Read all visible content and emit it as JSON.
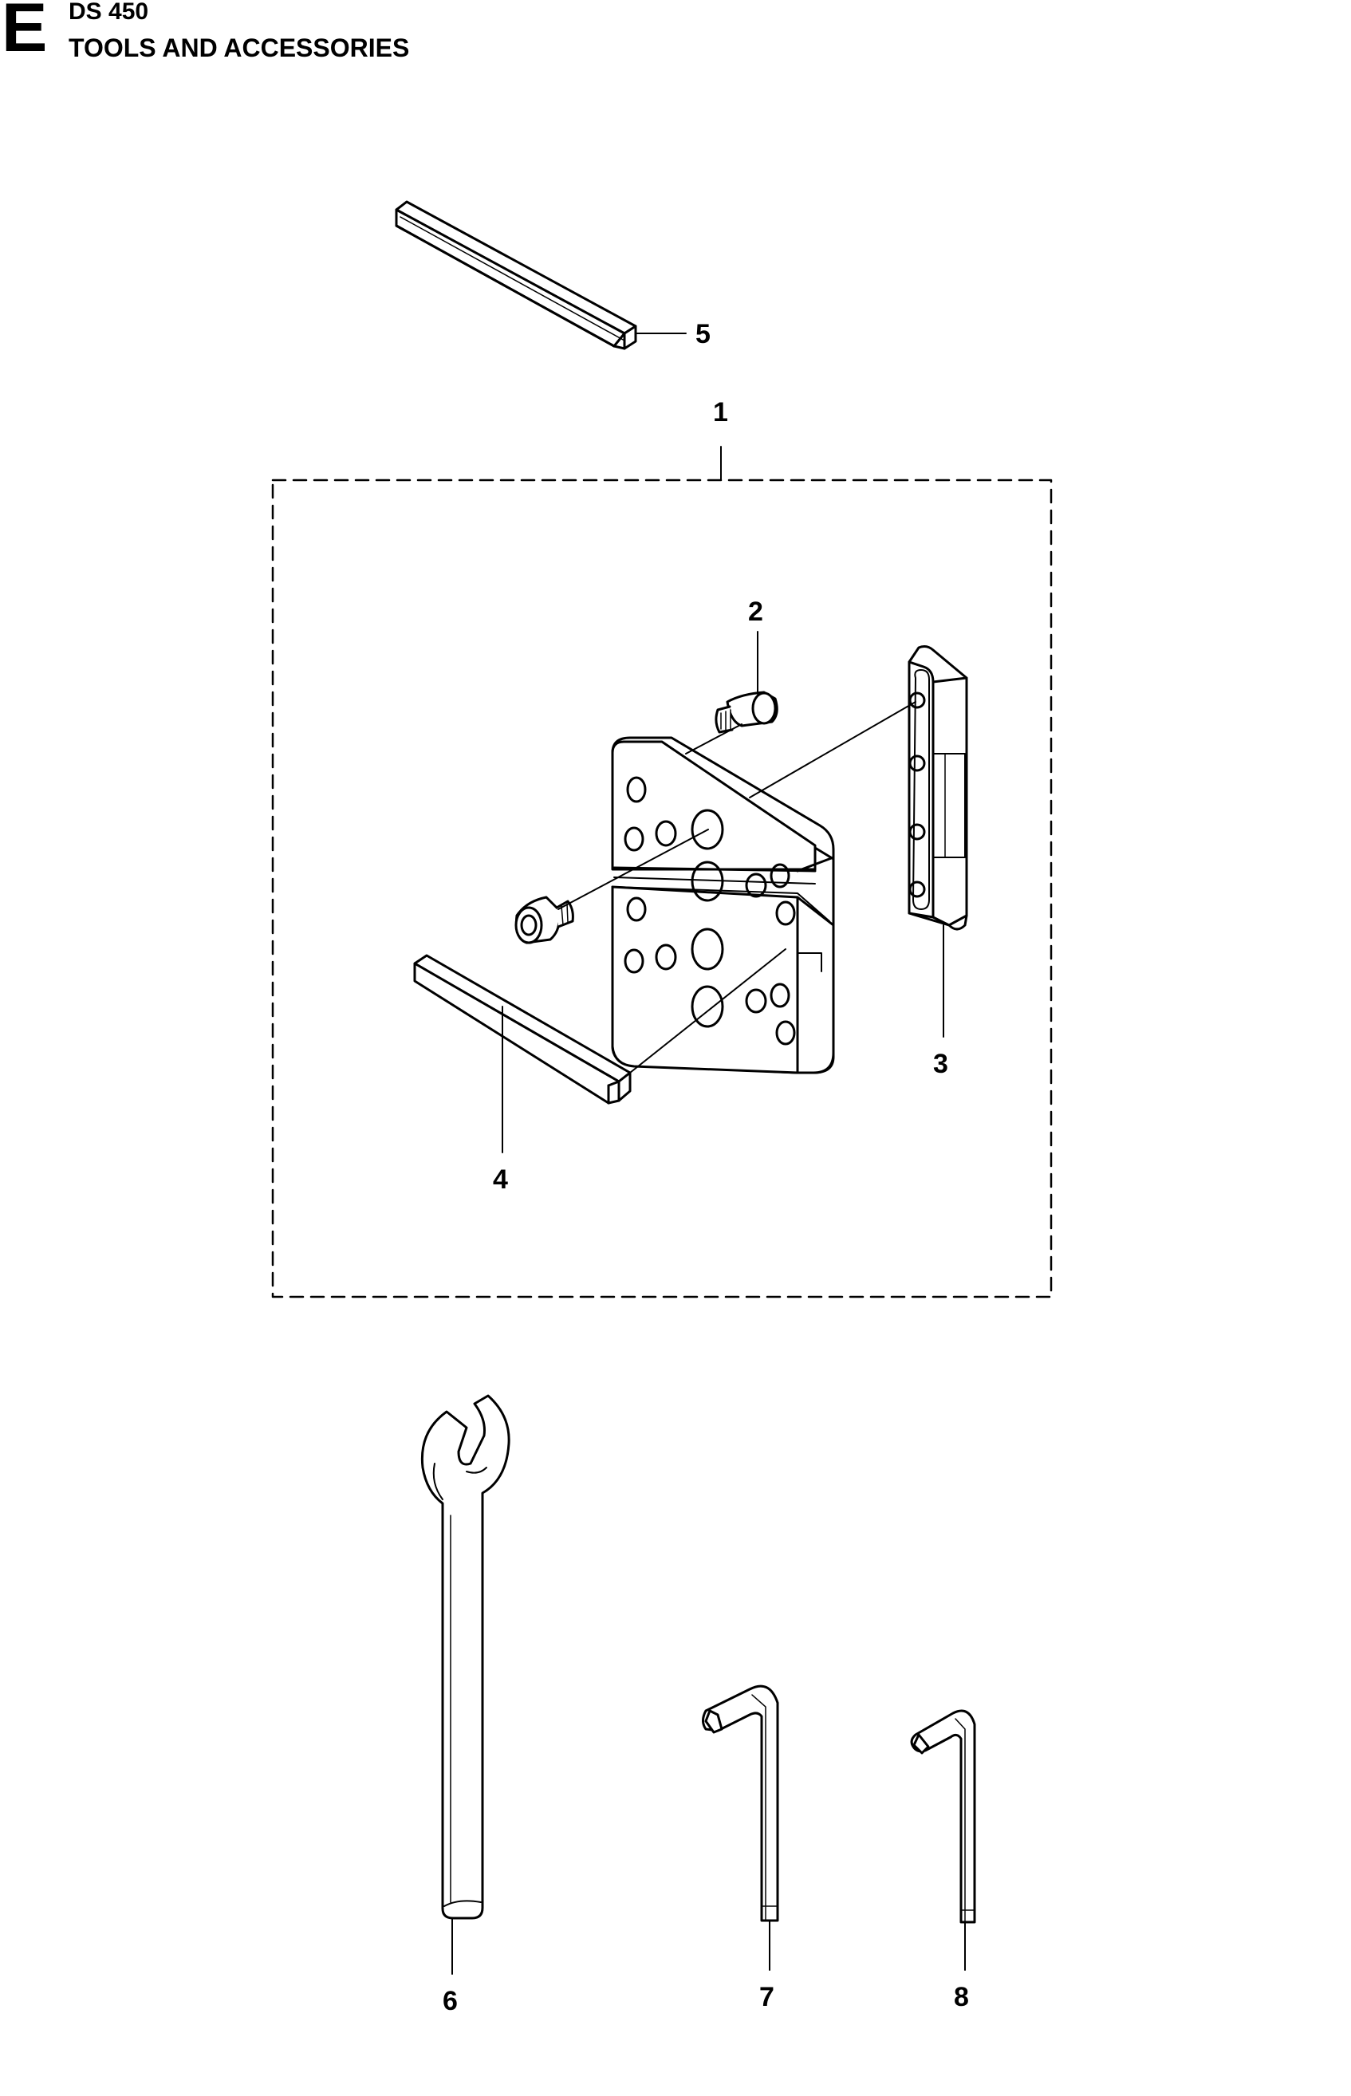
{
  "header": {
    "section_letter": "E",
    "model": "DS 450",
    "title": "TOOLS AND ACCESSORIES"
  },
  "callouts": [
    "5",
    "1",
    "2",
    "3",
    "4",
    "6",
    "7",
    "8"
  ]
}
